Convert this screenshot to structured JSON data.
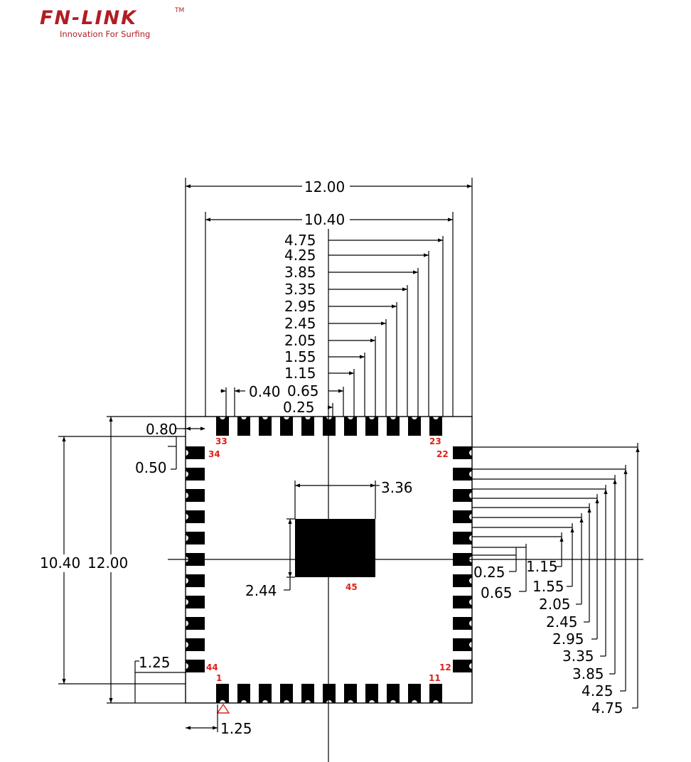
{
  "logo": {
    "brand": "FN-LINK",
    "trademark": "TM",
    "tagline": "Innovation For Surfing",
    "color": "#b01e23"
  },
  "dimensions": {
    "overall_width": "12.00",
    "pad_span_width": "10.40",
    "overall_height": "12.00",
    "pad_span_height": "10.40",
    "pad_length": "0.80",
    "pad_width": "0.50",
    "pad_spacing": "0.40",
    "corner_offset_y": "1.25",
    "corner_offset_x": "1.25",
    "center_pad_width": "3.36",
    "center_pad_height": "2.44",
    "top_offsets": [
      "0.25",
      "0.65",
      "1.15",
      "1.55",
      "2.05",
      "2.45",
      "2.95",
      "3.35",
      "3.85",
      "4.25",
      "4.75"
    ],
    "right_offsets_near": [
      "0.25",
      "0.65"
    ],
    "right_offsets": [
      "1.15",
      "1.55",
      "2.05",
      "2.45",
      "2.95",
      "3.35",
      "3.85",
      "4.25",
      "4.75"
    ]
  },
  "pin_labels": {
    "top_left": "33",
    "top_right": "23",
    "left_top": "34",
    "right_top": "22",
    "left_bottom": "44",
    "right_bottom": "12",
    "bottom_left": "1",
    "bottom_right": "11",
    "center": "45",
    "color": "#e0201a"
  }
}
